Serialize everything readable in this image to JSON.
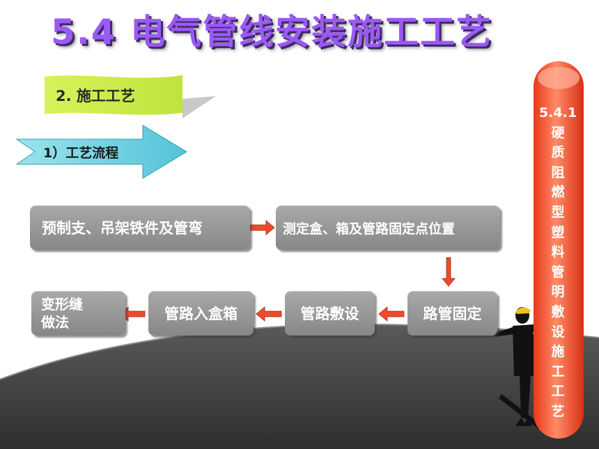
{
  "slide": {
    "title": "5.4  电气管线安装施工工艺",
    "section_label": "2. 施工工艺",
    "step_label": "1）工艺流程",
    "side_pill_text": "5.4.1\n硬\n质\n阻\n燃\n型\n塑\n料\n管\n明\n敷\n设\n施\n工\n工\n艺"
  },
  "flow": {
    "steps": [
      "预制支、吊架铁件及管弯",
      "测定盒、箱及管路固定点位置",
      "路管固定",
      "管路敷设",
      "管路入盒箱",
      "变形缝\n做法"
    ]
  },
  "colors": {
    "title": "#9b59f5",
    "flag": "#ccf04a",
    "arrow": "#6fcfe0",
    "box": "#999999",
    "connector": "#f04a2c",
    "pill": "#f04a2c",
    "bottom_band": "#4a4a4a"
  }
}
